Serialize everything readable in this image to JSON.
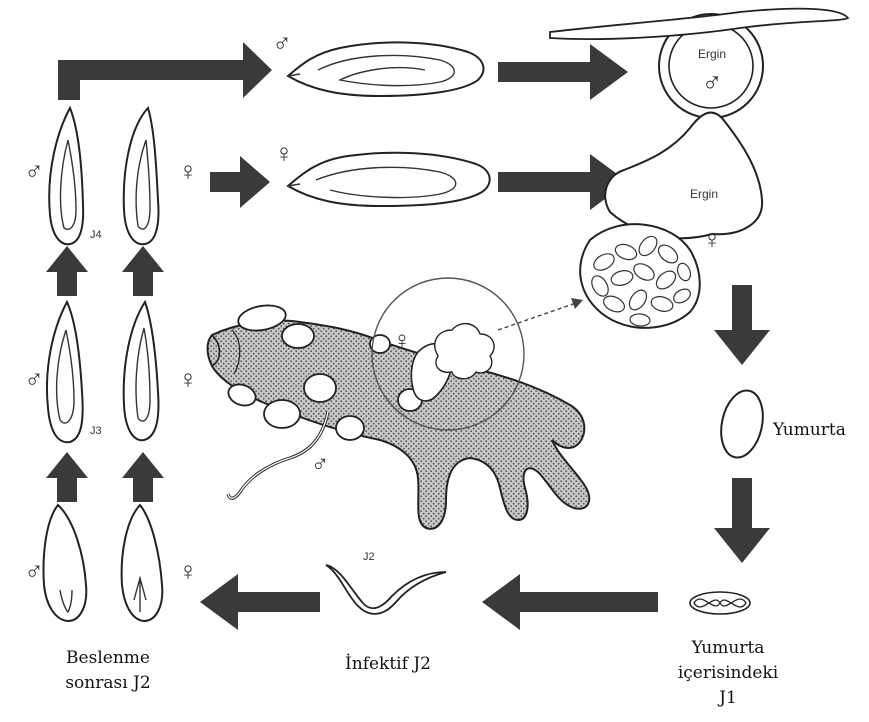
{
  "symbols": {
    "male": "♂",
    "female": "♀"
  },
  "stages": {
    "j4": "J4",
    "j3": "J3",
    "j2_tag": "J2",
    "adult_male": "Ergin",
    "adult_female": "Ergin"
  },
  "labels": {
    "egg": "Yumurta",
    "j1_line1": "Yumurta",
    "j1_line2": "içerisindeki",
    "j1_line3": "J1",
    "infective_j2": "İnfektif J2",
    "fed_j2_line1": "Beslenme",
    "fed_j2_line2": "sonrası J2"
  },
  "colors": {
    "arrow": "#3a3a3a",
    "root_stipple": "#8c8c8c",
    "outline": "#222222",
    "background": "#ffffff"
  }
}
